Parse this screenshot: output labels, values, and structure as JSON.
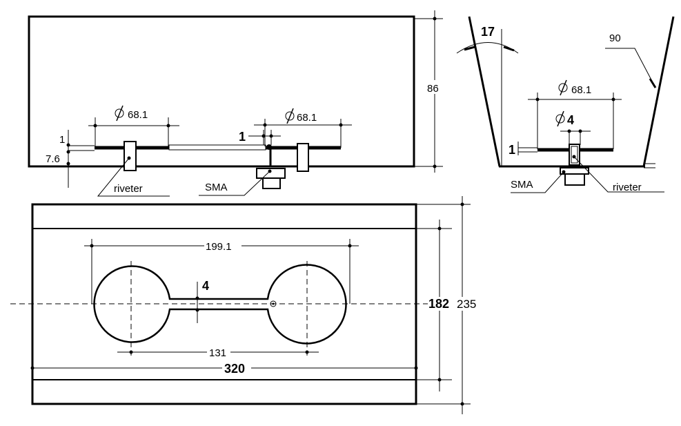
{
  "side_view": {
    "height_dim": "86",
    "plate_thickness_dim": "1",
    "gap_dim": "7.6",
    "left_diameter": "68.1",
    "right_diameter": "68.1",
    "feed_width_dim": "1",
    "riveter_label": "riveter",
    "sma_label": "SMA"
  },
  "end_view": {
    "tilt_angle": "17",
    "wall_label": "90",
    "diameter": "68.1",
    "feed_diameter": "4",
    "plate_thickness_dim": "1",
    "sma_label": "SMA",
    "riveter_label": "riveter"
  },
  "top_view": {
    "center_spacing_outer": "199.1",
    "slot_width": "4",
    "center_spacing": "131",
    "length": "320",
    "inner_width": "182",
    "outer_width": "235"
  }
}
